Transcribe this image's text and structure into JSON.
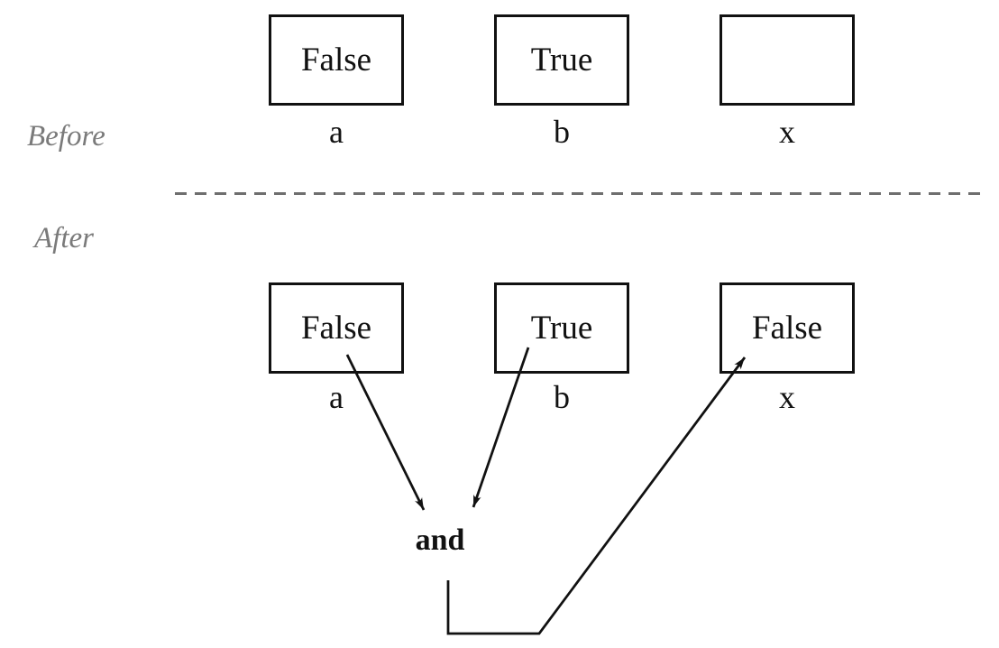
{
  "canvas": {
    "background": "#ffffff",
    "ink_color": "#111111",
    "muted_label_color": "#7a7a7a",
    "divider_color": "#6e6e6e"
  },
  "sections": {
    "before_label": "Before",
    "after_label": "After"
  },
  "before": {
    "boxes": [
      {
        "name": "a",
        "value": "False"
      },
      {
        "name": "b",
        "value": "True"
      },
      {
        "name": "x",
        "value": ""
      }
    ]
  },
  "after": {
    "boxes": [
      {
        "name": "a",
        "value": "False"
      },
      {
        "name": "b",
        "value": "True"
      },
      {
        "name": "x",
        "value": "False"
      }
    ],
    "operator": "and"
  },
  "icons": {
    "arrowhead": "filled-stealth-arrowhead"
  }
}
